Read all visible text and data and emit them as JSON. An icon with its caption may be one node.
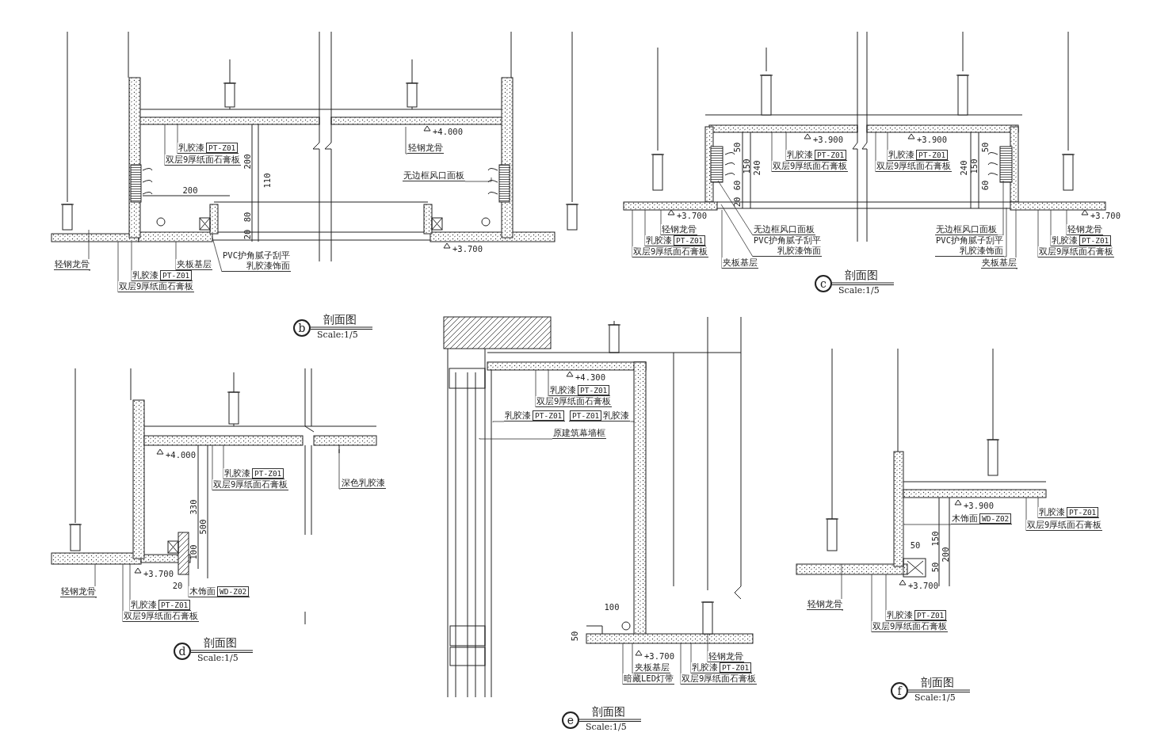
{
  "diagram": {
    "nodes": [
      {
        "text": [
          "乳胶漆",
          "PT-Z01"
        ]
      },
      {
        "text": [
          "双层9厚纸面石膏板"
        ]
      },
      {
        "text": [
          "轻钢龙骨"
        ]
      },
      {
        "text": [
          "无边框风口面板"
        ]
      },
      {
        "text": [
          "轻钢龙骨"
        ]
      },
      {
        "text": [
          "乳胶漆",
          "PT-Z01"
        ]
      },
      {
        "text": [
          "双层9厚纸面石膏板"
        ]
      },
      {
        "text": [
          "夹板基层"
        ]
      },
      {
        "text": [
          "PVC护角腻子刮平",
          "乳胶漆饰面"
        ]
      },
      {
        "text": [
          "b"
        ],
        "beside": [
          "剖面图",
          "Scale:1/5"
        ]
      },
      {
        "text": [
          "乳胶漆",
          "PT-Z01"
        ]
      },
      {
        "text": [
          "双层9厚纸面石膏板"
        ]
      },
      {
        "text": [
          "乳胶漆",
          "PT-Z01"
        ]
      },
      {
        "text": [
          "双层9厚纸面石膏板"
        ]
      },
      {
        "text": [
          "轻钢龙骨"
        ]
      },
      {
        "text": [
          "乳胶漆",
          "PT-Z01"
        ]
      },
      {
        "text": [
          "双层9厚纸面石膏板"
        ]
      },
      {
        "text": [
          "夹板基层"
        ]
      },
      {
        "text": [
          "无边框风口面板"
        ]
      },
      {
        "text": [
          "PVC护角腻子刮平",
          "乳胶漆饰面"
        ]
      },
      {
        "text": [
          "无边框风口面板"
        ]
      },
      {
        "text": [
          "PVC护角腻子刮平",
          "乳胶漆饰面"
        ]
      },
      {
        "text": [
          "夹板基层"
        ]
      },
      {
        "text": [
          "轻钢龙骨"
        ]
      },
      {
        "text": [
          "乳胶漆",
          "PT-Z01"
        ]
      },
      {
        "text": [
          "双层9厚纸面石膏板"
        ]
      },
      {
        "text": [
          "c"
        ],
        "beside": [
          "剖面图",
          "Scale:1/5"
        ]
      },
      {
        "text": [
          "乳胶漆",
          "PT-Z01"
        ]
      },
      {
        "text": [
          "双层9厚纸面石膏板"
        ]
      },
      {
        "text": [
          "深色乳胶漆"
        ]
      },
      {
        "text": [
          "轻钢龙骨"
        ]
      },
      {
        "text": [
          "乳胶漆",
          "PT-Z01"
        ]
      },
      {
        "text": [
          "双层9厚纸面石膏板"
        ]
      },
      {
        "text": [
          "木饰面",
          "WD-Z02"
        ]
      },
      {
        "text": [
          "d"
        ],
        "beside": [
          "剖面图",
          "Scale:1/5"
        ]
      },
      {
        "text": [
          "乳胶漆",
          "PT-Z01"
        ]
      },
      {
        "text": [
          "双层9厚纸面石膏板"
        ]
      },
      {
        "text": [
          "乳胶漆",
          "PT-Z01"
        ]
      },
      {
        "text": [
          "PT-Z01",
          "乳胶漆"
        ]
      },
      {
        "text": [
          "原建筑幕墙框"
        ]
      },
      {
        "text": [
          "轻钢龙骨"
        ]
      },
      {
        "text": [
          "乳胶漆",
          "PT-Z01"
        ]
      },
      {
        "text": [
          "双层9厚纸面石膏板"
        ]
      },
      {
        "text": [
          "夹板基层"
        ]
      },
      {
        "text": [
          "暗藏LED灯带"
        ]
      },
      {
        "text": [
          "e"
        ],
        "beside": [
          "剖面图",
          "Scale:1/5"
        ]
      },
      {
        "text": [
          "木饰面",
          "WD-Z02"
        ]
      },
      {
        "text": [
          "乳胶漆",
          "PT-Z01"
        ]
      },
      {
        "text": [
          "双层9厚纸面石膏板"
        ]
      },
      {
        "text": [
          "轻钢龙骨"
        ]
      },
      {
        "text": [
          "乳胶漆",
          "PT-Z01"
        ]
      },
      {
        "text": [
          "双层9厚纸面石膏板"
        ]
      },
      {
        "text": [
          "f"
        ],
        "beside": [
          "剖面图",
          "Scale:1/5"
        ]
      }
    ],
    "edges": [
      {
        "from": 0,
        "to": null,
        "arrow": "none"
      },
      {
        "from": 1,
        "to": null,
        "arrow": "none"
      },
      {
        "from": 2,
        "to": null,
        "arrow": "none"
      },
      {
        "from": 3,
        "to": null,
        "arrow": "none"
      },
      {
        "from": 4,
        "to": null,
        "arrow": "none"
      },
      {
        "from": 5,
        "to": null,
        "arrow": "none"
      },
      {
        "from": 6,
        "to": null,
        "arrow": "none"
      },
      {
        "from": 7,
        "to": null,
        "arrow": "none"
      },
      {
        "from": 8,
        "to": null,
        "arrow": "none"
      },
      {
        "from": 10,
        "to": null,
        "arrow": "none"
      },
      {
        "from": 11,
        "to": null,
        "arrow": "none"
      },
      {
        "from": 12,
        "to": null,
        "arrow": "none"
      },
      {
        "from": 13,
        "to": null,
        "arrow": "none"
      },
      {
        "from": 14,
        "to": null,
        "arrow": "none"
      },
      {
        "from": 15,
        "to": null,
        "arrow": "none"
      },
      {
        "from": 16,
        "to": null,
        "arrow": "none"
      },
      {
        "from": 17,
        "to": null,
        "arrow": "none"
      },
      {
        "from": 18,
        "to": null,
        "arrow": "none"
      },
      {
        "from": 19,
        "to": null,
        "arrow": "none"
      },
      {
        "from": 20,
        "to": null,
        "arrow": "none"
      },
      {
        "from": 21,
        "to": null,
        "arrow": "none"
      },
      {
        "from": 22,
        "to": null,
        "arrow": "none"
      },
      {
        "from": 23,
        "to": null,
        "arrow": "none"
      },
      {
        "from": 24,
        "to": null,
        "arrow": "none"
      },
      {
        "from": 25,
        "to": null,
        "arrow": "none"
      },
      {
        "from": 27,
        "to": null,
        "arrow": "none"
      },
      {
        "from": 28,
        "to": null,
        "arrow": "none"
      },
      {
        "from": 29,
        "to": null,
        "arrow": "none"
      },
      {
        "from": 30,
        "to": null,
        "arrow": "none"
      },
      {
        "from": 31,
        "to": null,
        "arrow": "none"
      },
      {
        "from": 32,
        "to": null,
        "arrow": "none"
      },
      {
        "from": 33,
        "to": null,
        "arrow": "none"
      },
      {
        "from": 35,
        "to": null,
        "arrow": "none"
      },
      {
        "from": 36,
        "to": null,
        "arrow": "none"
      },
      {
        "from": 37,
        "to": null,
        "arrow": "none"
      },
      {
        "from": 38,
        "to": null,
        "arrow": "none"
      },
      {
        "from": 39,
        "to": null,
        "arrow": "none"
      },
      {
        "from": 40,
        "to": null,
        "arrow": "none"
      },
      {
        "from": 41,
        "to": null,
        "arrow": "none"
      },
      {
        "from": 42,
        "to": null,
        "arrow": "none"
      },
      {
        "from": 43,
        "to": null,
        "arrow": "none"
      },
      {
        "from": 44,
        "to": null,
        "arrow": "none"
      },
      {
        "from": 46,
        "to": null,
        "arrow": "none"
      },
      {
        "from": 47,
        "to": null,
        "arrow": "none"
      },
      {
        "from": 48,
        "to": null,
        "arrow": "none"
      },
      {
        "from": 49,
        "to": null,
        "arrow": "none"
      },
      {
        "from": 50,
        "to": null,
        "arrow": "none"
      },
      {
        "from": 51,
        "to": null,
        "arrow": "none"
      }
    ],
    "labels": [
      "+4.000",
      "200",
      "200",
      "110",
      "80",
      "20",
      "+3.700",
      "+3.900",
      "+3.900",
      "50",
      "150",
      "240",
      "60",
      "20",
      "240",
      "150",
      "50",
      "60",
      "+3.700",
      "+3.700",
      "+4.000",
      "330",
      "500",
      "100",
      "+3.700",
      "20",
      "+4.300",
      "100",
      "50",
      "+3.700",
      "+3.900",
      "150",
      "200",
      "50",
      "50",
      "+3.700"
    ]
  }
}
